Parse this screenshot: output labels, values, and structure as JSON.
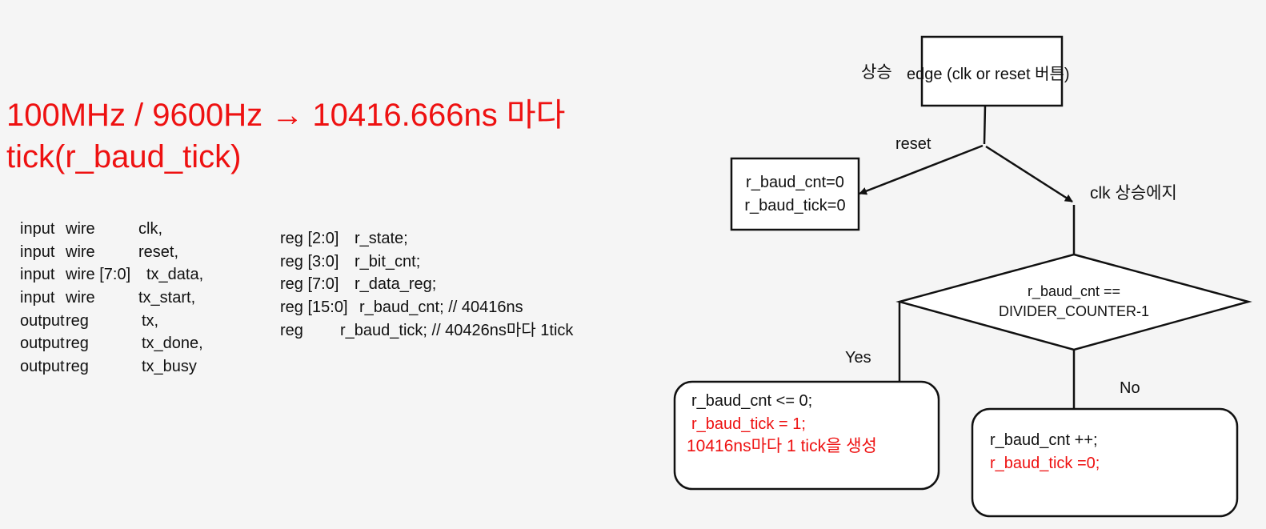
{
  "title": {
    "line1": "100MHz / 9600Hz → 10416.666ns 마다",
    "line2": "tick(r_baud_tick)",
    "color": "#ee1111"
  },
  "ports": [
    {
      "dir": "input",
      "type": "wire",
      "name": "clk,"
    },
    {
      "dir": "input",
      "type": "wire",
      "name": "reset,"
    },
    {
      "dir": "input",
      "type": "wire [7:0]",
      "name": "tx_data,"
    },
    {
      "dir": "input",
      "type": "wire",
      "name": "tx_start,"
    },
    {
      "dir": "output",
      "type": "reg",
      "name": "tx,"
    },
    {
      "dir": "output",
      "type": "reg",
      "name": "tx_done,"
    },
    {
      "dir": "output",
      "type": "reg",
      "name": "tx_busy"
    }
  ],
  "regs": [
    {
      "decl": "reg [2:0]",
      "text": "r_state;"
    },
    {
      "decl": "reg [3:0]",
      "text": "r_bit_cnt;"
    },
    {
      "decl": "reg [7:0]",
      "text": "r_data_reg;"
    },
    {
      "decl": "reg [15:0]",
      "text": "r_baud_cnt;  // 40416ns"
    },
    {
      "decl": "reg",
      "text": "r_baud_tick; // 40426ns마다 1tick"
    }
  ],
  "flowchart": {
    "trigger_prefix": "상승",
    "trigger_label": "edge (clk or reset 버튼)",
    "reset_label": "reset",
    "reset_box": [
      "r_baud_cnt=0",
      "r_baud_tick=0"
    ],
    "clk_label": "clk 상승에지",
    "decision": [
      "r_baud_cnt ==",
      "DIVIDER_COUNTER-1"
    ],
    "yes_label": "Yes",
    "no_label": "No",
    "yes_box": {
      "line1": "r_baud_cnt <= 0;",
      "line2": "r_baud_tick = 1;",
      "line3": "10416ns마다 1 tick을 생성"
    },
    "no_box": {
      "line1": "r_baud_cnt ++;",
      "line2": "r_baud_tick =0;"
    }
  }
}
